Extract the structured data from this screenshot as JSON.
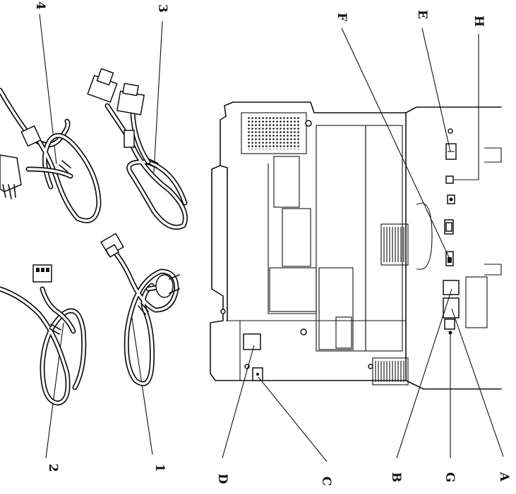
{
  "callouts": {
    "cable_1": "1",
    "cable_2": "2",
    "cable_3": "3",
    "cable_4": "4",
    "port_A": "A",
    "port_B": "B",
    "port_C": "C",
    "port_D": "D",
    "port_E": "E",
    "port_F": "F",
    "port_G": "G",
    "port_H": "H"
  },
  "printed_text": "",
  "colors": {
    "line": "#111111",
    "background": "#ffffff"
  },
  "figure_type": "technical line drawing (rotated 90°) of a printer rear panel with connection ports and four cables"
}
